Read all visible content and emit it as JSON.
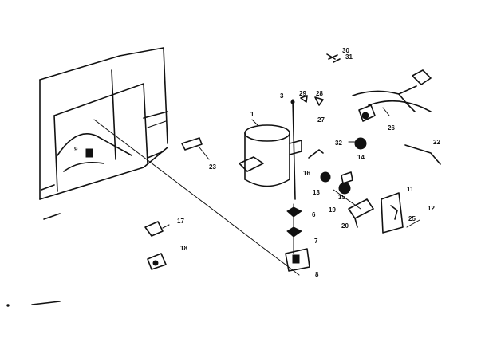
{
  "diagram": {
    "labels": [
      {
        "id": "1",
        "text": "1"
      },
      {
        "id": "3",
        "text": "3"
      },
      {
        "id": "6",
        "text": "6"
      },
      {
        "id": "7",
        "text": "7"
      },
      {
        "id": "8",
        "text": "8"
      },
      {
        "id": "9",
        "text": "9"
      },
      {
        "id": "11",
        "text": "11"
      },
      {
        "id": "12",
        "text": "12"
      },
      {
        "id": "13",
        "text": "13"
      },
      {
        "id": "14",
        "text": "14"
      },
      {
        "id": "15",
        "text": "15"
      },
      {
        "id": "16",
        "text": "16"
      },
      {
        "id": "17",
        "text": "17"
      },
      {
        "id": "18",
        "text": "18"
      },
      {
        "id": "19",
        "text": "19"
      },
      {
        "id": "20",
        "text": "20"
      },
      {
        "id": "22",
        "text": "22"
      },
      {
        "id": "23",
        "text": "23"
      },
      {
        "id": "25",
        "text": "25"
      },
      {
        "id": "26",
        "text": "26"
      },
      {
        "id": "27",
        "text": "27"
      },
      {
        "id": "28",
        "text": "28"
      },
      {
        "id": "29",
        "text": "29"
      },
      {
        "id": "30",
        "text": "30"
      },
      {
        "id": "31",
        "text": "31"
      },
      {
        "id": "32",
        "text": "32"
      }
    ]
  }
}
